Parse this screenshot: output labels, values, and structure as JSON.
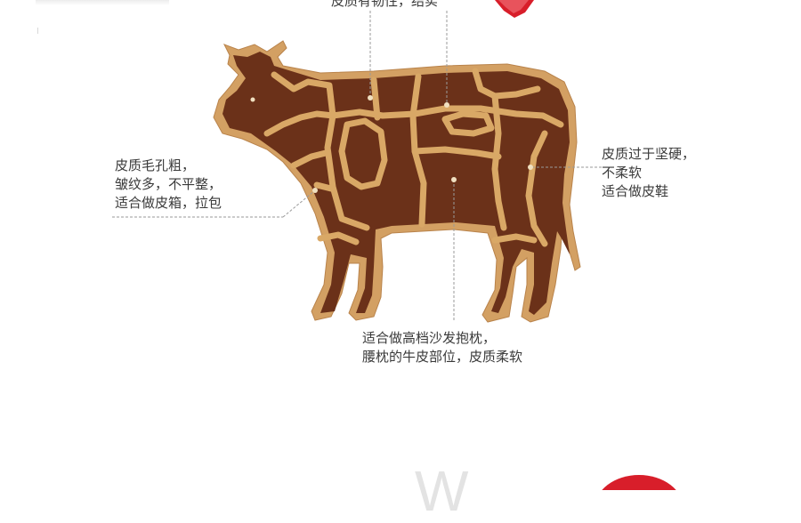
{
  "colors": {
    "hide": "#7a3a1c",
    "hide_dark": "#5b2a14",
    "seam": "#d8a766",
    "seam_edge": "#e9c690",
    "leader": "#9a9a9a",
    "accent_red": "#d81e2a"
  },
  "labels": {
    "top": [
      "皮质有韧性，结实"
    ],
    "left": [
      "皮质毛孔粗，",
      "皱纹多，不平整，",
      "适合做皮箱，拉包"
    ],
    "right": [
      "皮质过于坚硬，",
      "不柔软",
      "适合做皮鞋"
    ],
    "bottom": [
      "适合做高档沙发抱枕，",
      "腰枕的牛皮部位，皮质柔软"
    ]
  },
  "watermark_text": "W"
}
